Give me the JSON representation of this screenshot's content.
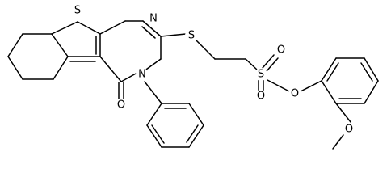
{
  "molecule": {
    "atoms": [
      {
        "id": "S1",
        "label": "S"
      },
      {
        "id": "N1",
        "label": "N"
      },
      {
        "id": "S2",
        "label": "S"
      },
      {
        "id": "N2",
        "label": "N"
      },
      {
        "id": "O1",
        "label": "O"
      },
      {
        "id": "S3",
        "label": "S"
      },
      {
        "id": "O2",
        "label": "O"
      },
      {
        "id": "O3",
        "label": "O"
      },
      {
        "id": "O4",
        "label": "O"
      },
      {
        "id": "O5",
        "label": "O"
      }
    ]
  },
  "colors": {
    "bond": "#000000",
    "background": "#ffffff"
  }
}
